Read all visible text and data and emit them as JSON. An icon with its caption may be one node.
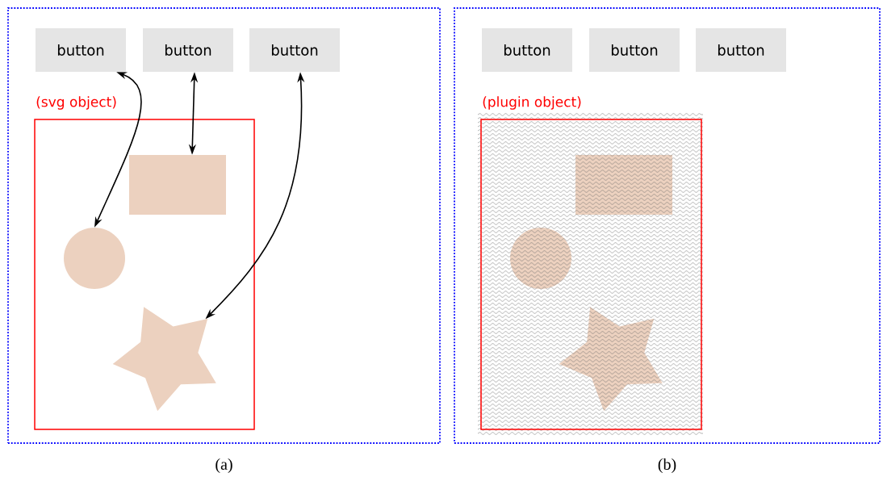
{
  "diagram": {
    "nodes": [
      {
        "text": [],
        "shape": "box",
        "beside": [
          "(a)"
        ]
      },
      {
        "text": [
          "button"
        ],
        "in": 0
      },
      {
        "text": [
          "button"
        ],
        "in": 0
      },
      {
        "text": [
          "button"
        ],
        "in": 0
      },
      {
        "text": [
          "(svg object)"
        ],
        "in": 0
      },
      {
        "text": [],
        "shape": "box",
        "in": 4
      },
      {
        "text": [],
        "shape": "circle",
        "in": 4
      },
      {
        "text": [],
        "shape": "star",
        "in": 4
      },
      {
        "text": [],
        "shape": "box",
        "beside": [
          "(b)"
        ]
      },
      {
        "text": [
          "button"
        ],
        "in": 8
      },
      {
        "text": [
          "button"
        ],
        "in": 8
      },
      {
        "text": [
          "button"
        ],
        "in": 8
      },
      {
        "text": [
          "(plugin object)"
        ],
        "in": 8
      },
      {
        "text": [],
        "shape": "box",
        "in": 12
      },
      {
        "text": [],
        "shape": "circle",
        "in": 12
      },
      {
        "text": [],
        "shape": "star",
        "in": 12
      }
    ],
    "edges": [
      {
        "from": 1,
        "to": 6,
        "arrow": "both"
      },
      {
        "from": 2,
        "to": 5,
        "arrow": "both"
      },
      {
        "from": 3,
        "to": 7,
        "arrow": "both"
      }
    ]
  }
}
